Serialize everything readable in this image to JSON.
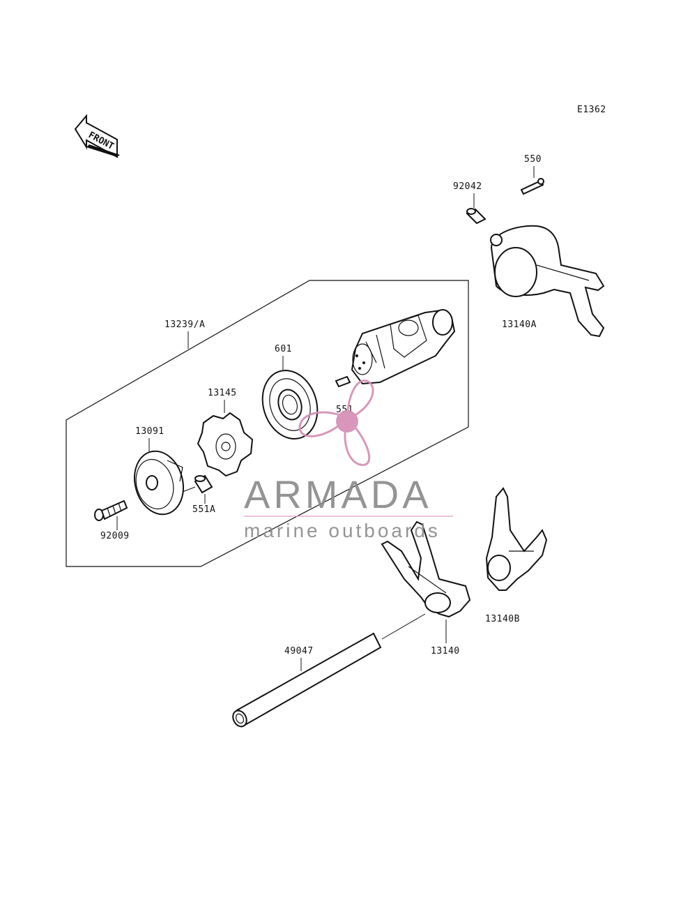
{
  "diagram": {
    "code": "E1362",
    "front_label": "FRONT",
    "labels": {
      "p550": "550",
      "p92042": "92042",
      "p13140A": "13140A",
      "p13239A": "13239/A",
      "p601": "601",
      "p13145": "13145",
      "p551": "551",
      "p13091": "13091",
      "p551A": "551A",
      "p92009": "92009",
      "p13140B": "13140B",
      "p13140": "13140",
      "p49047": "49047"
    }
  },
  "watermark": {
    "title": "ARMADA",
    "subtitle": "marine outboards",
    "colors": {
      "logo": "#d58fb5",
      "text": "#8c8c8c",
      "rule": "#e6a7c6"
    }
  }
}
